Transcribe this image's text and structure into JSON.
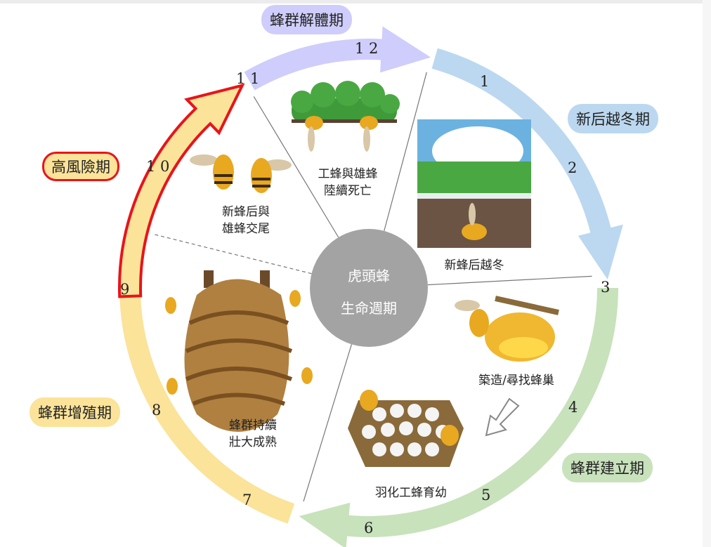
{
  "phases": {
    "dissolution": "蜂群解體期",
    "overwintering": "新后越冬期",
    "establishment": "蜂群建立期",
    "growth": "蜂群增殖期",
    "high_risk": "高風險期"
  },
  "months": [
    "1",
    "2",
    "3",
    "4",
    "5",
    "6",
    "7",
    "8",
    "9",
    "1 0",
    "1 1",
    "1 2"
  ],
  "center": {
    "line1": "虎頭蜂",
    "line2": "生命週期"
  },
  "captions": {
    "workers_die_1": "工蜂與雄蜂",
    "workers_die_2": "陸續死亡",
    "queen_winter": "新蜂后越冬",
    "build_nest": "築造/尋找蜂巢",
    "raise_workers": "羽化工蜂育幼",
    "colony_grow_1": "蜂群持續",
    "colony_grow_2": "壯大成熟",
    "mating_1": "新蜂后與",
    "mating_2": "雄蜂交尾"
  },
  "colors": {
    "purple": "#cfcdfb",
    "blue": "#bcd8f0",
    "green": "#c8e2bc",
    "yellow": "#fbe39a",
    "risk": "#e8141a",
    "center": "#a3a3a3"
  }
}
